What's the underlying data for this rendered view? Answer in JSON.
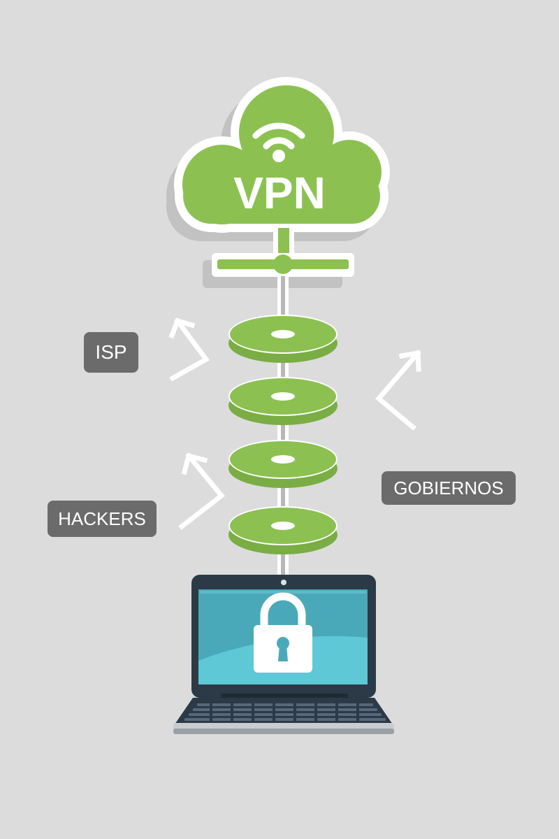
{
  "cloud": {
    "text": "VPN",
    "color": "#8cc152"
  },
  "labels": {
    "isp": "ISP",
    "hackers": "HACKERS",
    "gobiernos": "GOBIERNOS"
  },
  "colors": {
    "background": "#dcdcdc",
    "accent_green": "#8cc152",
    "badge_gray": "#6b6b6b",
    "screen_blue": "#4aa9b8",
    "laptop_dark": "#2b3a46"
  }
}
